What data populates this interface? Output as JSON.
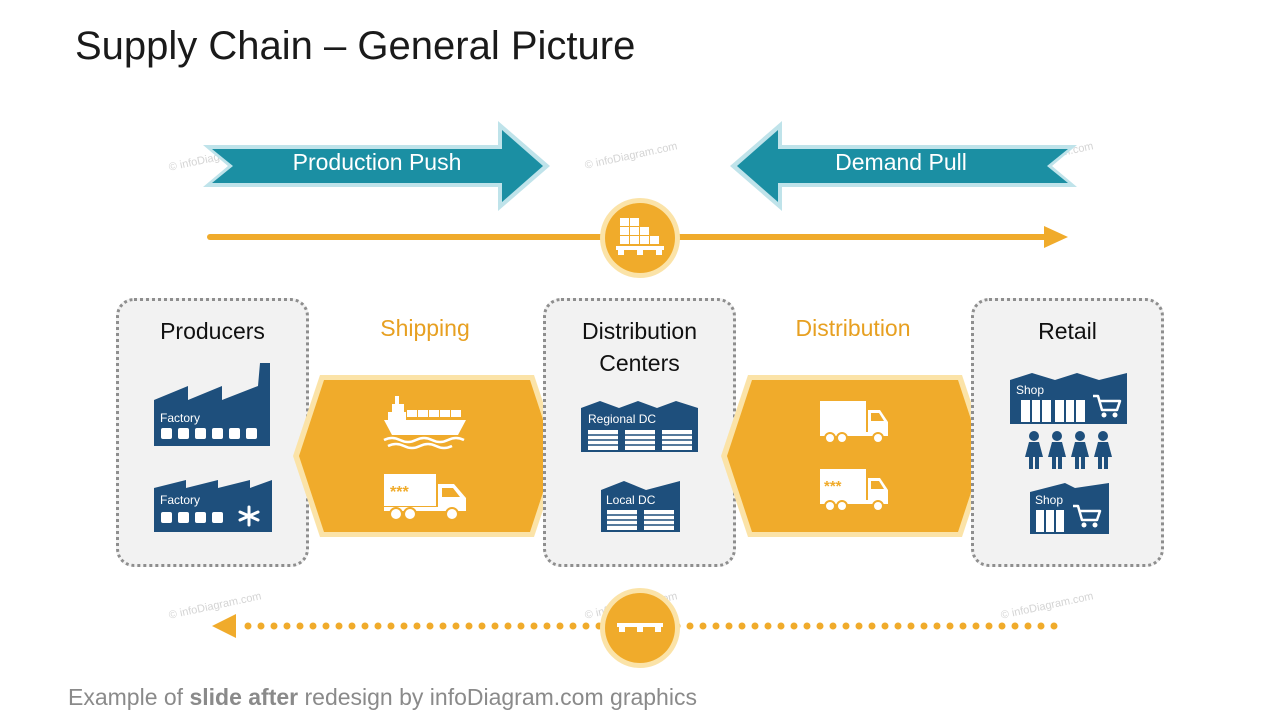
{
  "title": "Supply Chain – General Picture",
  "arrows": {
    "push_label": "Production Push",
    "pull_label": "Demand Pull"
  },
  "stages": {
    "producers": {
      "title": "Producers",
      "icon_labels": [
        "Factory",
        "Factory"
      ]
    },
    "shipping": {
      "title": "Shipping"
    },
    "distribution_centers": {
      "title_line1": "Distribution",
      "title_line2": "Centers",
      "icon_labels": [
        "Regional DC",
        "Local DC"
      ]
    },
    "distribution": {
      "title": "Distribution"
    },
    "retail": {
      "title": "Retail",
      "icon_labels": [
        "Shop",
        "Shop"
      ]
    }
  },
  "truck_marks": "***",
  "watermark": "© infoDiagram.com",
  "footer": {
    "prefix": "Example of ",
    "bold": "slide after",
    "suffix": " redesign by infoDiagram.com graphics"
  },
  "colors": {
    "teal": "#1b8fa3",
    "teal_light": "#bfe3ea",
    "orange": "#f0ab2b",
    "orange_light": "#fbe3a8",
    "navy": "#1e4f7c"
  }
}
